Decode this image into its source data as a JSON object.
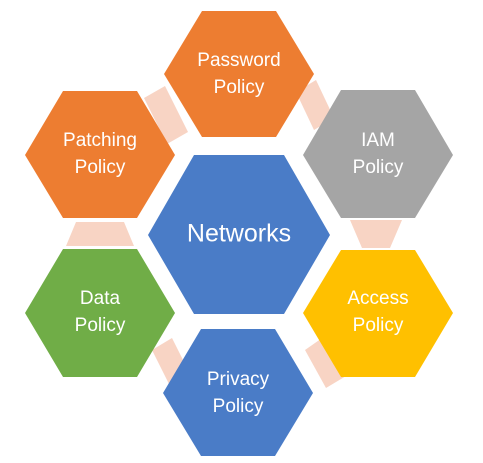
{
  "diagram": {
    "center": {
      "label": "Networks",
      "color": "#4a7cc7"
    },
    "nodes": [
      {
        "id": "password",
        "lines": [
          "Password",
          "Policy"
        ],
        "color": "#ed7d31"
      },
      {
        "id": "iam",
        "lines": [
          "IAM",
          "Policy"
        ],
        "color": "#a5a5a5"
      },
      {
        "id": "access",
        "lines": [
          "Access",
          "Policy"
        ],
        "color": "#ffc000"
      },
      {
        "id": "privacy",
        "lines": [
          "Privacy",
          "Policy"
        ],
        "color": "#4a7cc7"
      },
      {
        "id": "data",
        "lines": [
          "Data",
          "Policy"
        ],
        "color": "#70ad47"
      },
      {
        "id": "patching",
        "lines": [
          "Patching",
          "Policy"
        ],
        "color": "#ed7d31"
      }
    ],
    "connector_color": "#f8d4c4"
  }
}
